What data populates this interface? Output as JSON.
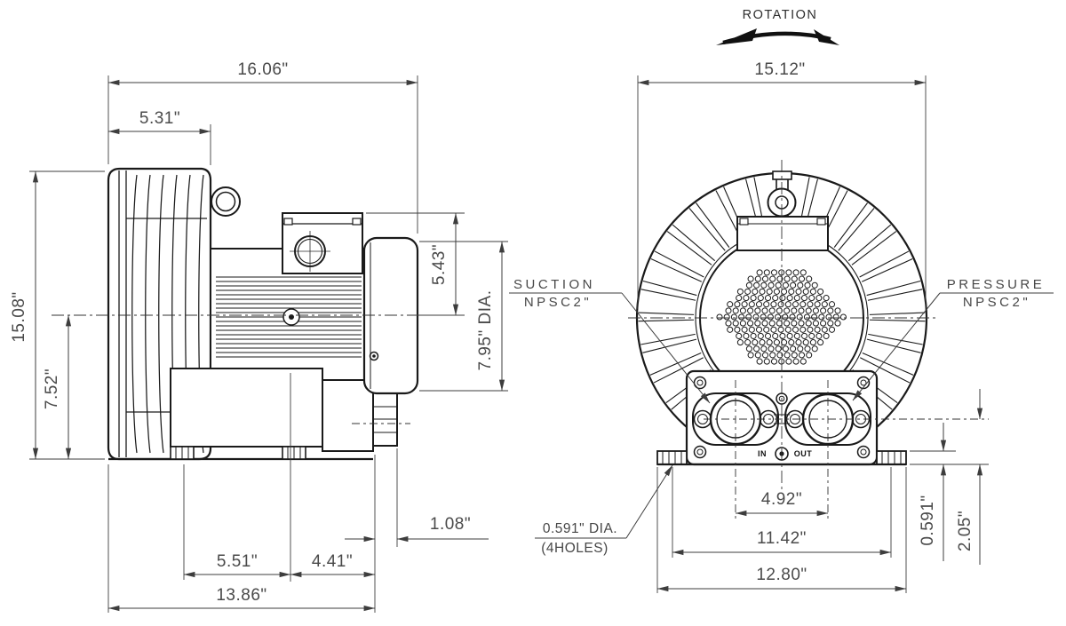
{
  "colors": {
    "background": "#ffffff",
    "object_line": "#1a1a1a",
    "dimension_line": "#3d3d3d",
    "text": "#4a4a4a"
  },
  "drawing": {
    "rotation_label": "ROTATION",
    "side_view": {
      "dims": {
        "overall_width": "16.06\"",
        "housing_width": "5.31\"",
        "overall_height": "15.08\"",
        "center_height": "7.52\"",
        "top_to_center": "5.43\"",
        "motor_dia": "7.95\" DIA.",
        "outlet_offset": "1.08\"",
        "foot_front": "5.51\"",
        "foot_rear": "4.41\"",
        "base_length": "13.86\""
      }
    },
    "front_view": {
      "dims": {
        "overall_width": "15.12\"",
        "port_spacing": "4.92\"",
        "hole_spacing": "11.42\"",
        "base_width": "12.80\"",
        "foot_height": "0.591\"",
        "base_height": "2.05\""
      },
      "labels": {
        "suction_line1": "SUCTION",
        "suction_line2": "NPSC2\"",
        "pressure_line1": "PRESSURE",
        "pressure_line2": "NPSC2\"",
        "hole_note_line1": "0.591\" DIA.",
        "hole_note_line2": "(4HOLES)",
        "port_in": "IN",
        "port_out": "OUT"
      }
    }
  }
}
